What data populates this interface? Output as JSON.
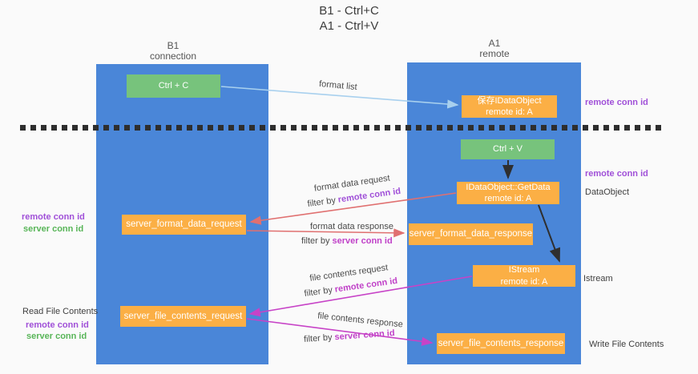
{
  "title": {
    "line1": "B1 - Ctrl+C",
    "line2": "A1 - Ctrl+V"
  },
  "lifelines": {
    "left": {
      "name": "B1",
      "role": "connection"
    },
    "right": {
      "name": "A1",
      "role": "remote"
    }
  },
  "nodes": {
    "ctrl_c": "Ctrl + C",
    "ctrl_v": "Ctrl + V",
    "save_dataobject_line1": "保存IDataObject",
    "save_dataobject_line2": "remote id: A",
    "getdata_line1": "IDataObject::GetData",
    "getdata_line2": "remote id: A",
    "istream_line1": "IStream",
    "istream_line2": "remote id: A",
    "format_request": "server_format_data_request",
    "format_response": "server_format_data_response",
    "file_request": "server_file_contents_request",
    "file_response": "server_file_contents_response"
  },
  "labels": {
    "format_list": "format list",
    "format_data_request": "format data request",
    "format_data_response": "format data response",
    "file_contents_request": "file contents request",
    "file_contents_response": "file contents response",
    "filter_by": "filter by ",
    "remote_conn_id": "remote conn id",
    "server_conn_id": "server conn id",
    "dataobject": "DataObject",
    "istream": "Istream",
    "read_file_contents": "Read File Contents",
    "write_file_contents": "Write File Contents"
  },
  "colors": {
    "column_blue": "#4a86d8",
    "node_orange": "#fbaf45",
    "node_green": "#77c37c",
    "arrow_red": "#e07070",
    "arrow_magenta": "#c743c7",
    "arrow_lightblue": "#a8d0ee",
    "arrow_black": "#2f2f2f",
    "text_purple": "#a050d8",
    "text_magenta": "#c041c8",
    "text_green": "#58b558"
  }
}
